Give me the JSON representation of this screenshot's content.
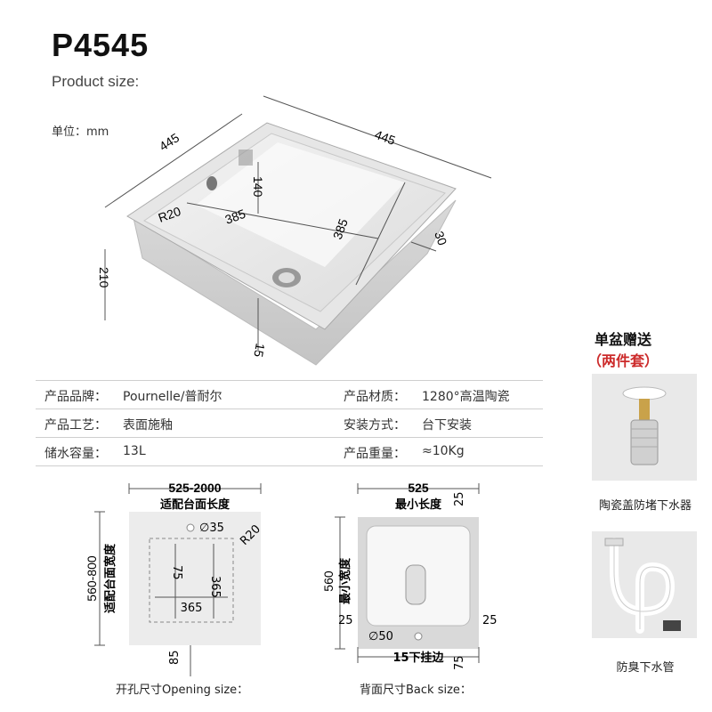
{
  "header": {
    "model": "P4545",
    "subtitle": "Product size:",
    "unit": "单位：mm"
  },
  "dimensions": {
    "outer_left": "445",
    "outer_right": "445",
    "height": "210",
    "inner_depth": "140",
    "radius": "R20",
    "inner_left": "385",
    "inner_right": "385",
    "rim": "30",
    "bottom": "15"
  },
  "specs": [
    {
      "label": "产品品牌：",
      "value": "Pournelle/普耐尔",
      "label2": "产品材质：",
      "value2": "1280°高温陶瓷"
    },
    {
      "label": "产品工艺：",
      "value": "表面施釉",
      "label2": "安装方式：",
      "value2": "台下安装"
    },
    {
      "label": "储水容量：",
      "value": "13L",
      "label2": "产品重量：",
      "value2": "≈10Kg"
    }
  ],
  "opening": {
    "top_range": "525-2000",
    "top_label": "适配台面长度",
    "side_range": "560-800",
    "side_label": "适配台面宽度",
    "hole": "∅35",
    "radius": "R20",
    "d75": "75",
    "d365v": "365",
    "d365h": "365",
    "d85": "85",
    "caption": "开孔尺寸Opening size："
  },
  "back": {
    "width": "525",
    "width_label": "最小长度",
    "top_margin": "25",
    "depth": "560",
    "depth_label": "最小宽度",
    "left_margin": "25",
    "right_margin": "25",
    "hole": "∅50",
    "hang": "15下挂边",
    "bottom_margin": "75",
    "caption": "背面尺寸Back size："
  },
  "gifts": {
    "title": "单盆赠送",
    "subtitle": "（两件套）",
    "items": [
      {
        "label": "陶瓷盖防堵下水器",
        "icon": "drain-plug-icon"
      },
      {
        "label": "防臭下水管",
        "icon": "s-trap-pipe-icon"
      }
    ]
  }
}
